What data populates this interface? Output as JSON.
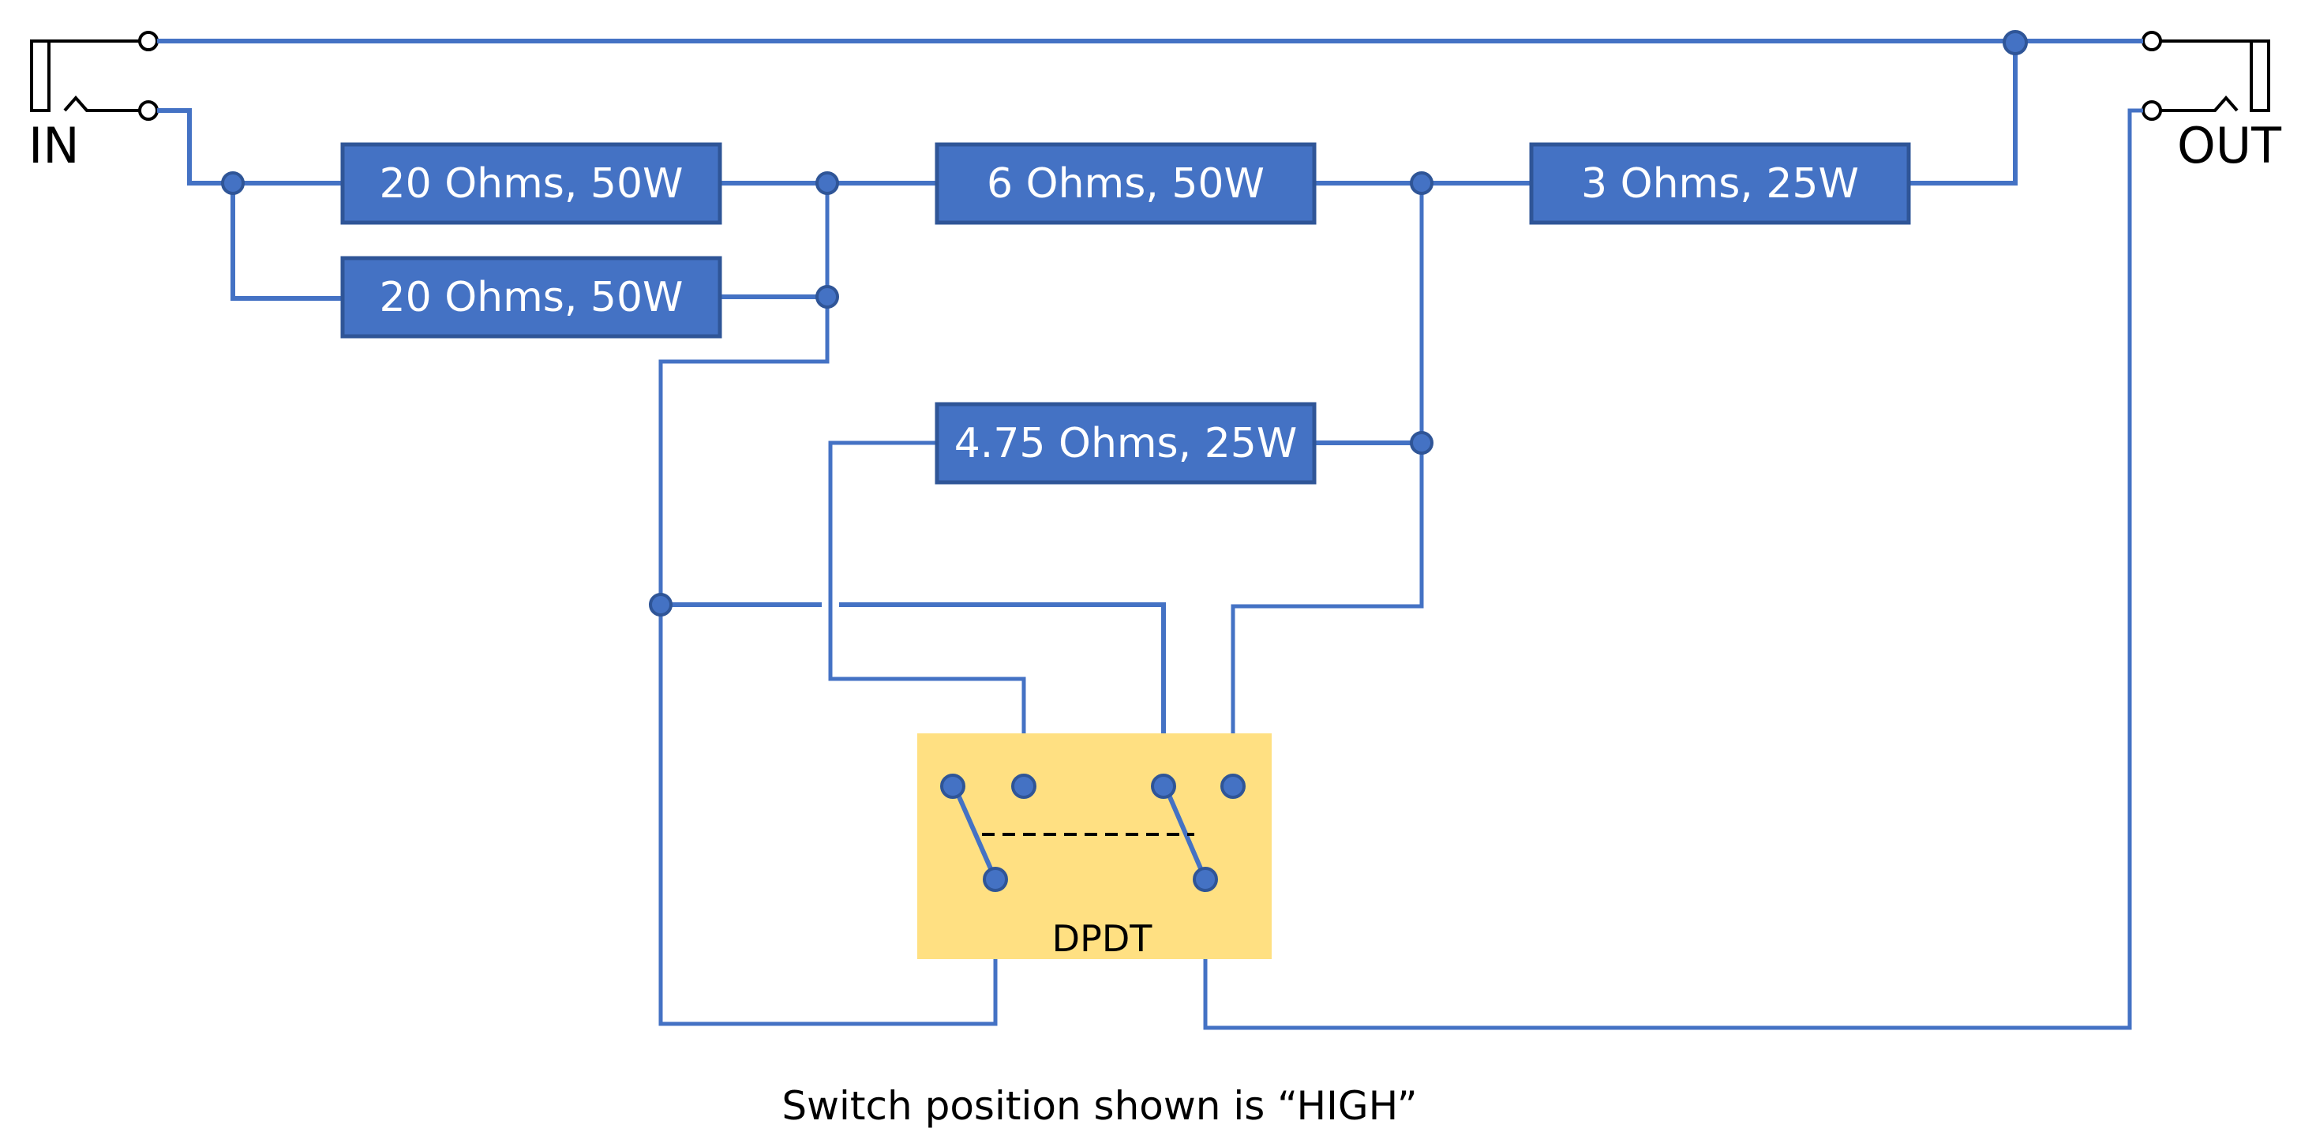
{
  "diagram": {
    "type": "circuit-schematic",
    "input_label": "IN",
    "output_label": "OUT",
    "resistors": [
      {
        "id": "r1",
        "label": "20 Ohms, 50W",
        "ohms": 20,
        "watts": 50
      },
      {
        "id": "r2",
        "label": "20 Ohms, 50W",
        "ohms": 20,
        "watts": 50
      },
      {
        "id": "r3",
        "label": "6 Ohms, 50W",
        "ohms": 6,
        "watts": 50
      },
      {
        "id": "r4",
        "label": "3 Ohms, 25W",
        "ohms": 3,
        "watts": 25
      },
      {
        "id": "r5",
        "label": "4.75 Ohms, 25W",
        "ohms": 4.75,
        "watts": 25
      }
    ],
    "switch": {
      "label": "DPDT",
      "position": "HIGH"
    },
    "caption": "Switch position shown is “HIGH”",
    "colors": {
      "wire": "#4472C4",
      "resistor_fill": "#4472C4",
      "resistor_border": "#2F5597",
      "switch_background": "#FFE082",
      "jack": "#000000"
    }
  }
}
